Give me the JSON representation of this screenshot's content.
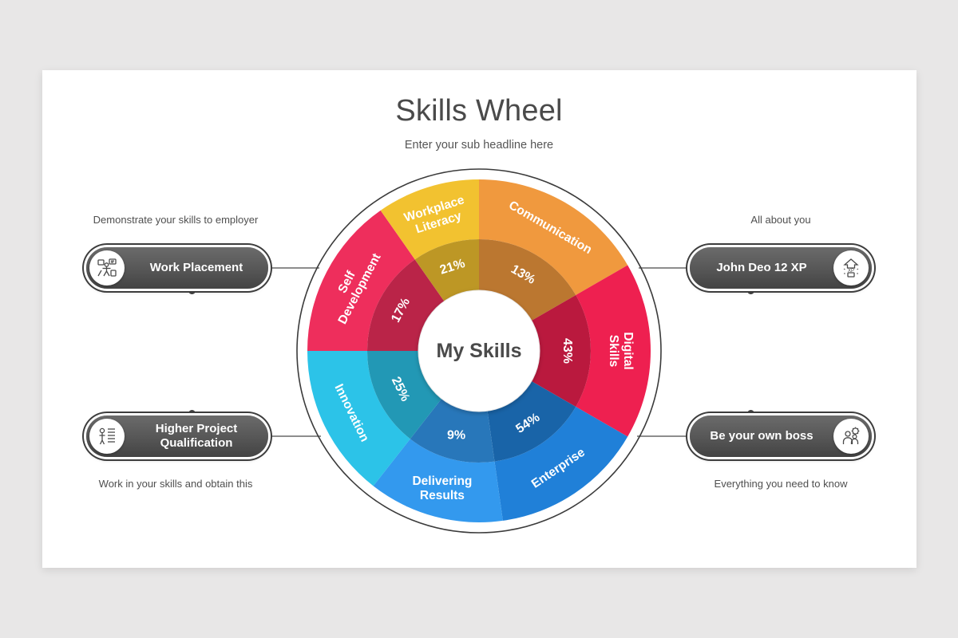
{
  "header": {
    "title": "Skills Wheel",
    "subtitle": "Enter your sub headline here"
  },
  "wheel": {
    "hub_label": "My Skills"
  },
  "chart_data": {
    "type": "pie",
    "title": "Skills Wheel",
    "subtitle": "Enter your sub headline here",
    "center_label": "My Skills",
    "legend": "none",
    "categories": [
      "Communication",
      "Digital Skills",
      "Enterprise",
      "Delivering Results",
      "Innovation",
      "Self Development",
      "Workplace Literacy"
    ],
    "values": [
      13,
      43,
      54,
      9,
      25,
      17,
      21
    ],
    "value_labels": [
      "13%",
      "43%",
      "54%",
      "9%",
      "25%",
      "17%",
      "21%"
    ],
    "colors": [
      "#F0993E",
      "#EE2050",
      "#2080D8",
      "#3399EE",
      "#2CC3E8",
      "#EE2E5C",
      "#F2C230"
    ],
    "segments": [
      {
        "label": "Communication",
        "percent": "13%",
        "color": "#F0993E",
        "start": -90,
        "end": -30,
        "orientation": "radial"
      },
      {
        "label": "Digital Skills",
        "percent": "43%",
        "color": "#EE2050",
        "start": -30,
        "end": 30,
        "orientation": "radial"
      },
      {
        "label": "Enterprise",
        "percent": "54%",
        "color": "#2080D8",
        "start": 30,
        "end": 82,
        "orientation": "radial"
      },
      {
        "label": "Delivering Results",
        "percent": "9%",
        "color": "#3399EE",
        "start": 82,
        "end": 128,
        "orientation": "horizontal"
      },
      {
        "label": "Innovation",
        "percent": "25%",
        "color": "#2CC3E8",
        "start": 128,
        "end": 180,
        "orientation": "radial"
      },
      {
        "label": "Self Development",
        "percent": "17%",
        "color": "#EE2E5C",
        "start": 180,
        "end": 235,
        "orientation": "radial"
      },
      {
        "label": "Workplace Literacy",
        "percent": "21%",
        "color": "#F2C230",
        "start": 235,
        "end": 270,
        "orientation": "radial"
      }
    ]
  },
  "callouts": {
    "top_left": {
      "caption": "Demonstrate your skills to employer",
      "label": "Work Placement",
      "icon": "work-placement-icon"
    },
    "bottom_left": {
      "caption": "Work in your skills and obtain this",
      "label": "Higher Project Qualification",
      "label_line1": "Higher Project",
      "label_line2": "Qualification",
      "icon": "checklist-person-icon"
    },
    "top_right": {
      "caption": "All about you",
      "label": "John Deo 12 XP",
      "icon": "xp-badge-icon"
    },
    "bottom_right": {
      "caption": "Everything you need to know",
      "label": "Be your own boss",
      "icon": "people-gear-icon"
    }
  },
  "colors": {
    "background": "#E8E7E7",
    "card": "#FFFFFF",
    "pill": "#565656",
    "title_text": "#4A4A4A"
  }
}
